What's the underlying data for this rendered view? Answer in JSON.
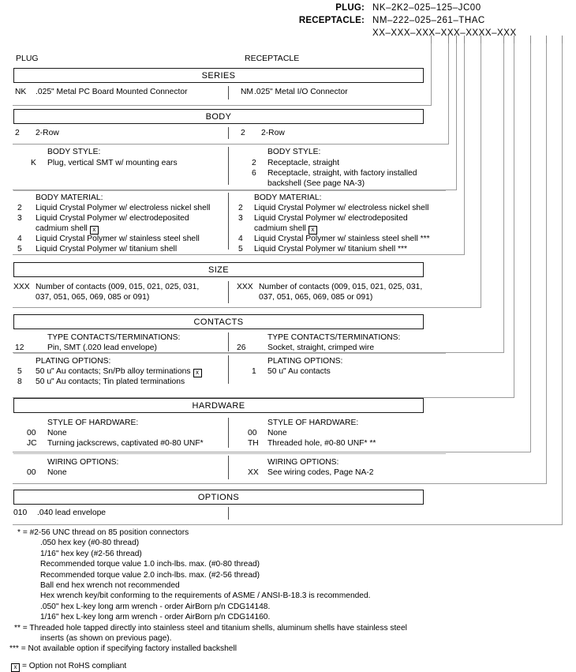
{
  "part_number": {
    "rows": [
      {
        "label": "PLUG:",
        "code": "NK–2K2–025–125–JC00"
      },
      {
        "label": "RECEPTACLE:",
        "code": "NM–222–025–261–THAC"
      },
      {
        "label": "",
        "code": "XX–XXX–XXX–XXX–XXXX–XXX"
      }
    ]
  },
  "columns": {
    "plug": "PLUG",
    "receptacle": "RECEPTACLE"
  },
  "sections": [
    {
      "title": "SERIES",
      "groups": [
        {
          "heading_left": "",
          "heading_right": "",
          "left": [
            {
              "code": "NK",
              "text": ".025\" Metal PC Board Mounted Connector"
            }
          ],
          "right": [
            {
              "code": "NM",
              "text": ".025\" Metal I/O Connector"
            }
          ]
        }
      ]
    },
    {
      "title": "BODY",
      "groups": [
        {
          "heading_left": "",
          "heading_right": "",
          "left": [
            {
              "code": "2",
              "text": "2-Row"
            }
          ],
          "right": [
            {
              "code": "2",
              "text": "2-Row"
            }
          ]
        },
        {
          "heading_left": "BODY STYLE:",
          "heading_right": "BODY STYLE:",
          "left": [
            {
              "code": "K",
              "text": "Plug, vertical SMT w/ mounting ears"
            }
          ],
          "right": [
            {
              "code": "2",
              "text": "Receptacle, straight"
            },
            {
              "code": "6",
              "text": "Receptacle, straight, with factory installed\nbackshell (See page NA-3)"
            }
          ]
        },
        {
          "heading_left": "BODY MATERIAL:",
          "heading_right": "BODY MATERIAL:",
          "left": [
            {
              "code": "2",
              "text": "Liquid Crystal Polymer w/ electroless nickel shell"
            },
            {
              "code": "3",
              "text": "Liquid Crystal Polymer w/ electrodeposited\ncadmium shell",
              "rohs": true
            },
            {
              "code": "4",
              "text": "Liquid Crystal Polymer w/ stainless steel shell"
            },
            {
              "code": "5",
              "text": "Liquid Crystal Polymer w/ titanium shell"
            }
          ],
          "right": [
            {
              "code": "2",
              "text": "Liquid Crystal Polymer w/ electroless nickel shell"
            },
            {
              "code": "3",
              "text": "Liquid Crystal Polymer w/ electrodeposited\ncadmium shell",
              "rohs": true
            },
            {
              "code": "4",
              "text": "Liquid Crystal Polymer w/ stainless steel shell ***"
            },
            {
              "code": "5",
              "text": "Liquid Crystal Polymer w/ titanium shell ***"
            }
          ]
        }
      ]
    },
    {
      "title": "SIZE",
      "groups": [
        {
          "heading_left": "",
          "heading_right": "",
          "left": [
            {
              "code": "XXX",
              "text": "Number of contacts (009, 015, 021, 025, 031,\n037, 051, 065, 069, 085 or 091)"
            }
          ],
          "right": [
            {
              "code": "XXX",
              "text": "Number of contacts (009, 015, 021, 025, 031,\n037, 051, 065, 069,  085 or 091)"
            }
          ]
        }
      ]
    },
    {
      "title": "CONTACTS",
      "groups": [
        {
          "heading_left": "TYPE CONTACTS/TERMINATIONS:",
          "heading_right": "TYPE CONTACTS/TERMINATIONS:",
          "left": [
            {
              "code": "12",
              "text": "Pin, SMT (.020 lead envelope)"
            }
          ],
          "right": [
            {
              "code": "26",
              "text": "Socket, straight, crimped wire"
            }
          ]
        },
        {
          "heading_left": "PLATING OPTIONS:",
          "heading_right": "PLATING OPTIONS:",
          "left": [
            {
              "code": "5",
              "text": "50 u\" Au contacts; Sn/Pb alloy terminations",
              "rohs": true
            },
            {
              "code": "8",
              "text": "50 u\" Au contacts; Tin plated terminations"
            }
          ],
          "right": [
            {
              "code": "1",
              "text": "50 u\" Au contacts"
            }
          ]
        }
      ]
    },
    {
      "title": "HARDWARE",
      "groups": [
        {
          "heading_left": "STYLE OF HARDWARE:",
          "heading_right": "STYLE OF HARDWARE:",
          "left": [
            {
              "code": "00",
              "text": "None"
            },
            {
              "code": "JC",
              "text": "Turning jackscrews, captivated #0-80 UNF*"
            }
          ],
          "right": [
            {
              "code": "00",
              "text": "None"
            },
            {
              "code": "TH",
              "text": "Threaded hole, #0-80 UNF*  **"
            }
          ]
        },
        {
          "heading_left": "WIRING OPTIONS:",
          "heading_right": "WIRING OPTIONS:",
          "left": [
            {
              "code": "00",
              "text": "None"
            }
          ],
          "right": [
            {
              "code": "XX",
              "text": "See wiring codes, Page NA-2"
            }
          ]
        }
      ]
    },
    {
      "title": "OPTIONS",
      "groups": [
        {
          "heading_left": "",
          "heading_right": "",
          "left": [
            {
              "code": "010",
              "text": ".040 lead envelope"
            }
          ],
          "right": []
        }
      ]
    }
  ],
  "notes": [
    {
      "marker": "*",
      "text": "= #2-56 UNC thread on 85 position connectors"
    },
    {
      "marker": "",
      "text": ".050 hex key (#0-80 thread)"
    },
    {
      "marker": "",
      "text": "1/16\" hex key (#2-56 thread)"
    },
    {
      "marker": "",
      "text": "Recommended torque value 1.0 inch-lbs. max. (#0-80 thread)"
    },
    {
      "marker": "",
      "text": "Recommended torque value 2.0 inch-lbs. max. (#2-56 thread)"
    },
    {
      "marker": "",
      "text": "Ball end hex wrench not recommended"
    },
    {
      "marker": "",
      "text": "Hex wrench key/bit conforming to the requirements of ASME / ANSI-B-18.3 is recommended."
    },
    {
      "marker": "",
      "text": ".050\" hex L-key long arm wrench - order AirBorn p/n CDG14148."
    },
    {
      "marker": "",
      "text": "1/16\" hex L-key long arm wrench - order AirBorn p/n CDG14160."
    },
    {
      "marker": "**",
      "text": "= Threaded hole tapped directly into stainless steel and titanium shells, aluminum shells have stainless steel"
    },
    {
      "marker": "",
      "text": "inserts (as shown on previous page)."
    },
    {
      "marker": "***",
      "text": "= Not available option if specifying factory installed backshell"
    },
    {
      "marker": "rohs",
      "text": "= Option not RoHS compliant"
    }
  ]
}
